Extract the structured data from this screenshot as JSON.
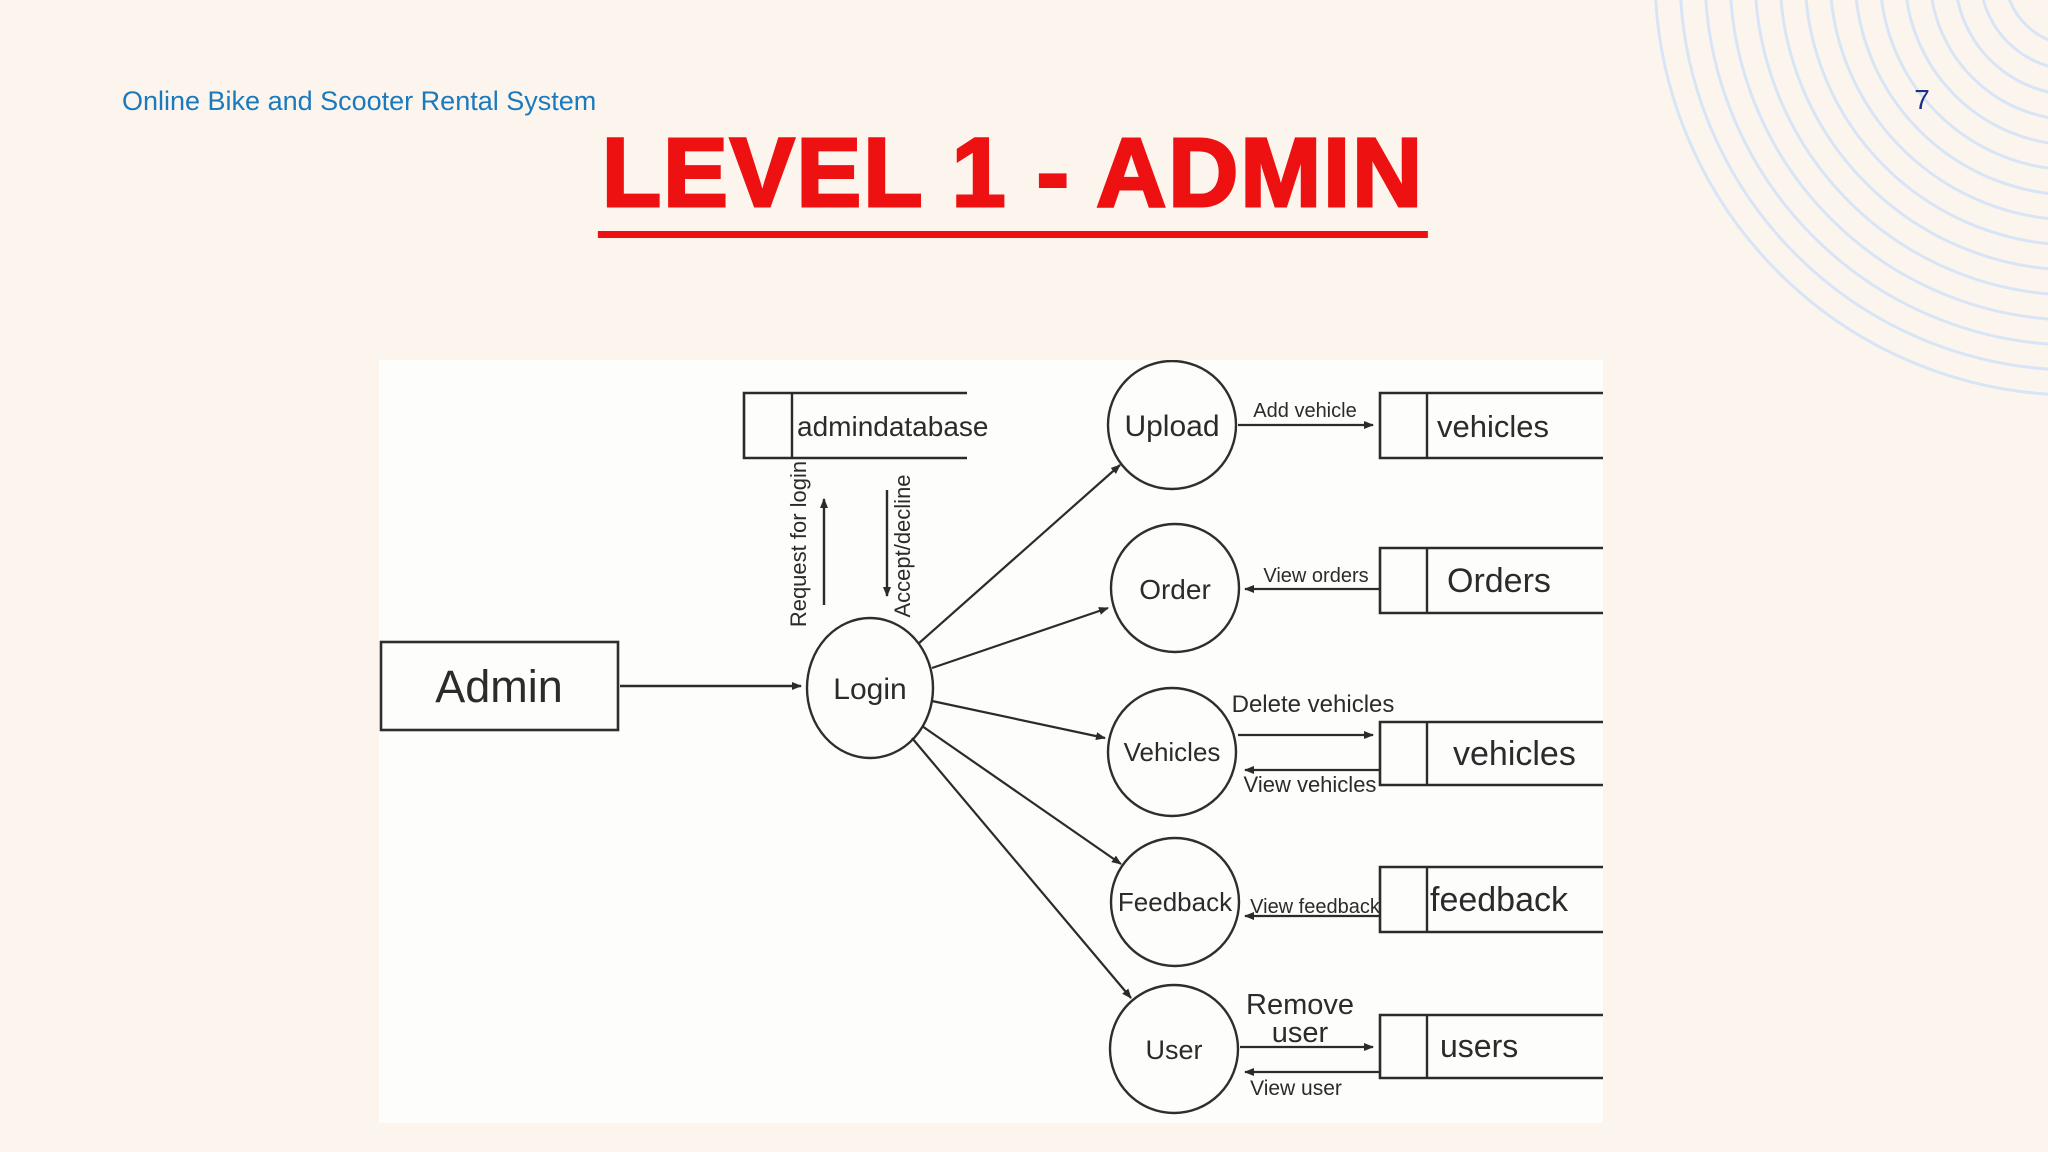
{
  "header": {
    "app_title": "Online Bike and Scooter Rental System",
    "page_number": "7"
  },
  "title": {
    "text": "LEVEL 1 - ADMIN"
  },
  "diagram": {
    "admin_label": "Admin",
    "login_label": "Login",
    "processes": {
      "upload": "Upload",
      "order": "Order",
      "vehicles": "Vehicles",
      "feedback": "Feedback",
      "user": "User"
    },
    "stores": {
      "admindatabase": "admindatabase",
      "vehicles_top": "vehicles",
      "orders": "Orders",
      "vehicles_mid": "vehicles",
      "feedback": "feedback",
      "users": "users"
    },
    "flows": {
      "request_for_login": "Request for login",
      "accept_decline": "Accept/decline",
      "add_vehicle": "Add vehicle",
      "view_orders": "View orders",
      "delete_vehicles": "Delete vehicles",
      "view_vehicles": "View vehicles",
      "view_feedback": "View feedback",
      "remove_user_line1": "Remove",
      "remove_user_line2": "user",
      "view_user": "View user"
    }
  },
  "colors": {
    "background": "#fcf5ed",
    "diagram_background": "#fdfdfc",
    "header_blue": "#1b79be",
    "page_number_navy": "#203087",
    "title_red": "#ee1111",
    "ink": "#2b2b2b",
    "decor_rings_blue": "#d8e5f6"
  }
}
